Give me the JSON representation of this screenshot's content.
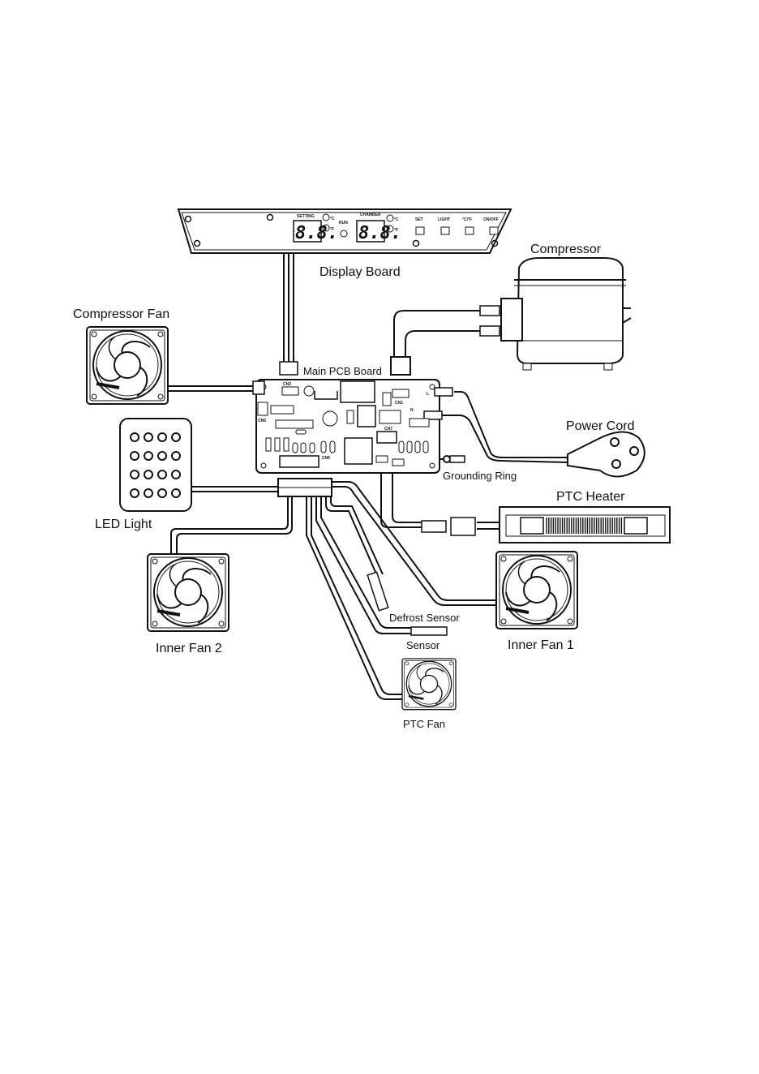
{
  "labels": {
    "display_board": "Display Board",
    "compressor": "Compressor",
    "compressor_fan": "Compressor Fan",
    "main_pcb_board": "Main PCB Board",
    "power_cord": "Power Cord",
    "grounding_ring": "Grounding Ring",
    "led_light": "LED Light",
    "ptc_heater": "PTC Heater",
    "inner_fan_2": "Inner Fan 2",
    "inner_fan_1": "Inner Fan 1",
    "defrost_sensor": "Defrost Sensor",
    "sensor": "Sensor",
    "ptc_fan": "PTC Fan"
  },
  "display_panel": {
    "setting": "SETTING",
    "chamber": "CHAMBER",
    "run": "RUN",
    "deg_c": "°C",
    "deg_f": "°F",
    "set": "SET",
    "light": "LIGHT",
    "unit_toggle": "°C/°F",
    "on_off": "ON/OFF",
    "digits_setting": "8.8.",
    "digits_chamber": "8.8."
  },
  "pcb": {
    "cn1": "CN1",
    "cn3": "CN3",
    "cn5": "CN5",
    "cn6": "CN6",
    "cn7": "CN7",
    "l": "L",
    "n": "N"
  }
}
